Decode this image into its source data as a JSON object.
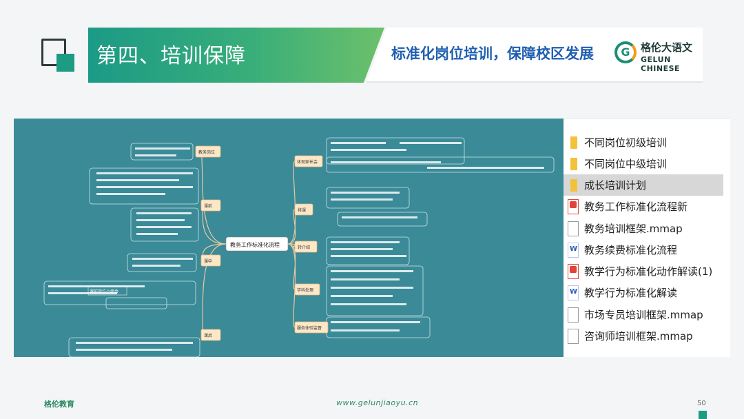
{
  "header": {
    "section_title": "第四、培训保障",
    "slogan": "标准化岗位培训，保障校区发展",
    "brand_cn": "格伦大语文",
    "brand_en": "GELUN CHINESE"
  },
  "mindmap": {
    "center": "教务工作标准化流程",
    "left_branches": [
      "教务岗位",
      "课前",
      "课中",
      "课后"
    ],
    "right_branches": [
      "体现家长会",
      "排课",
      "转介绍",
      "学科处理",
      "服务体验监督"
    ],
    "inner_label": "课前岗位小组会",
    "accent": "#3b8a98"
  },
  "files": [
    {
      "name": "不同岗位初级培训",
      "icon": "folder-icon",
      "selected": false
    },
    {
      "name": "不同岗位中级培训",
      "icon": "folder-icon",
      "selected": false
    },
    {
      "name": "成长培训计划",
      "icon": "folder-icon",
      "selected": true
    },
    {
      "name": "教务工作标准化流程新",
      "icon": "pdf-icon",
      "selected": false
    },
    {
      "name": "教务培训框架.mmap",
      "icon": "blank-file-icon",
      "selected": false
    },
    {
      "name": "教务续费标准化流程",
      "icon": "word-doc-icon",
      "selected": false
    },
    {
      "name": "教学行为标准化动作解读(1)",
      "icon": "pdf-icon",
      "selected": false
    },
    {
      "name": "教学行为标准化解读",
      "icon": "word-doc-icon",
      "selected": false
    },
    {
      "name": "市场专员培训框架.mmap",
      "icon": "blank-file-icon",
      "selected": false
    },
    {
      "name": "咨询师培训框架.mmap",
      "icon": "blank-file-icon",
      "selected": false
    }
  ],
  "footer": {
    "org": "格伦教育",
    "url": "www.gelunjiaoyu.cn",
    "page": "50"
  }
}
